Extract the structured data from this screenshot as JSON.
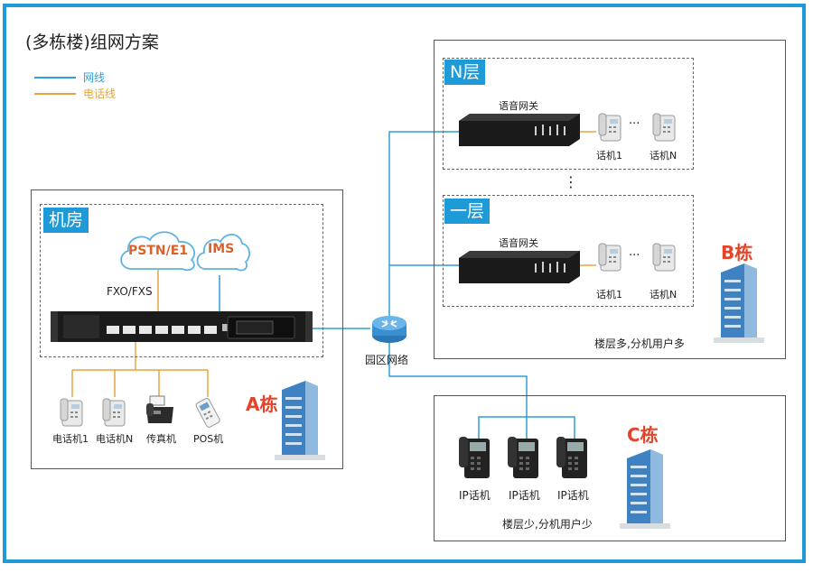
{
  "title": "(多栋楼)组网方案",
  "legend": [
    {
      "label": "网线",
      "color": "#2f9fd6"
    },
    {
      "label": "电话线",
      "color": "#e8a43a"
    }
  ],
  "room": {
    "tag": "机房",
    "cloud_pstn": "PSTN/E1",
    "cloud_ims": "IMS",
    "fxo_label": "FXO/FXS",
    "devices": [
      "电话机1",
      "电话机N",
      "传真机",
      "POS机"
    ],
    "building": "A栋"
  },
  "network": {
    "label": "园区网络"
  },
  "building_b": {
    "floor_n_tag": "N层",
    "floor_1_tag": "一层",
    "gateway_label": "语音网关",
    "phone1": "话机1",
    "phone_n": "话机N",
    "ellipsis": "···",
    "vdots": "⋮",
    "building": "B栋",
    "note": "楼层多,分机用户多"
  },
  "building_c": {
    "phones": [
      "IP话机",
      "IP话机",
      "IP话机"
    ],
    "building": "C栋",
    "note": "楼层少,分机用户少"
  }
}
